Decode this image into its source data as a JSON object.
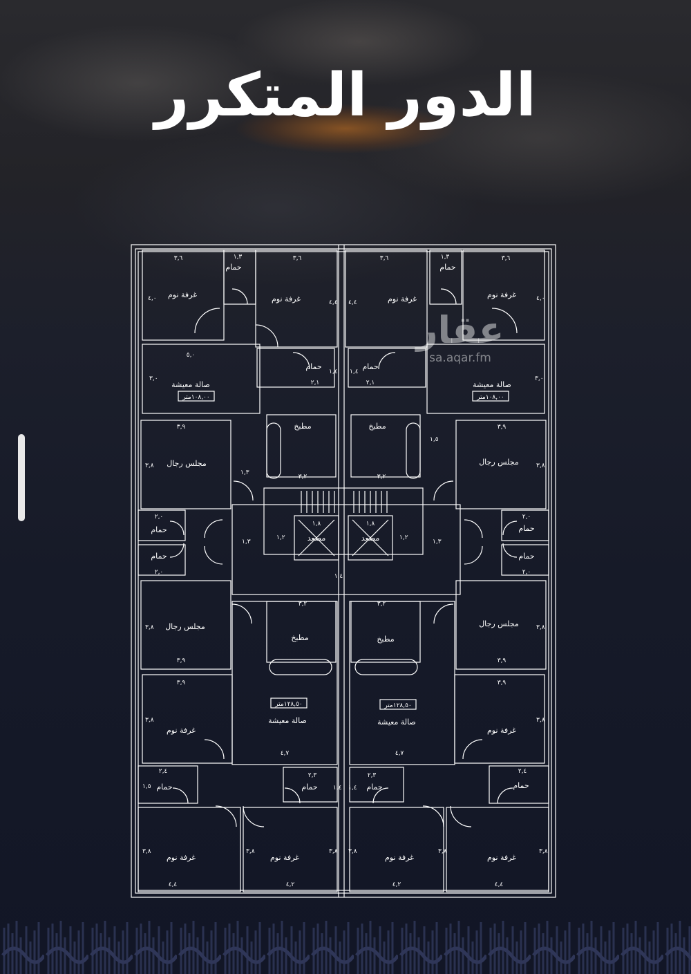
{
  "title": "الدور المتكرر",
  "watermark": {
    "arabic": "عقار",
    "url": "sa.aqar.fm"
  },
  "rooms": {
    "bedroom": "غرفة نوم",
    "living": "صالة معيشة",
    "majlis": "مجلس رجال",
    "bathroom": "حمام",
    "kitchen": "مطبخ",
    "elevator": "مصعد"
  },
  "areas": {
    "upper_living": "١٠٨,٠٠متر",
    "lower_living": "١٢٨,٥٠متر"
  },
  "dims": {
    "d36": "٣,٦",
    "d13": "١,٣",
    "d40": "٤,٠",
    "d44": "٤,٤",
    "d50": "٥,٠",
    "d21": "٢,١",
    "d14": "١,٤",
    "d39": "٣,٩",
    "d38": "٣,٨",
    "d15": "١,٥",
    "d32": "٣,٢",
    "d20": "٢,٠",
    "d18": "١,٨",
    "d12": "١,٢",
    "d47": "٤,٧",
    "d24": "٢,٤",
    "d23": "٢,٣",
    "d42": "٤,٢",
    "d30": "٣,٠"
  },
  "colors": {
    "lines": "#ffffff",
    "glow": "#d6781e",
    "background": "#161a28"
  }
}
